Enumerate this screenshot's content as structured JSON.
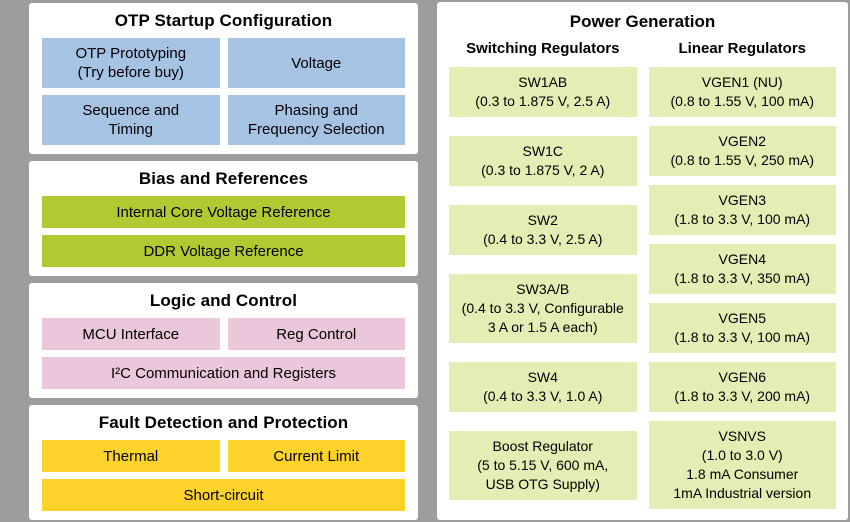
{
  "left": {
    "sections": [
      {
        "title": "OTP Startup Configuration",
        "boxes": [
          {
            "label": "OTP Prototyping\n(Try before buy)"
          },
          {
            "label": "Voltage"
          },
          {
            "label": "Sequence and\nTiming"
          },
          {
            "label": "Phasing and\nFrequency Selection"
          }
        ]
      },
      {
        "title": "Bias and References",
        "boxes": [
          {
            "label": "Internal Core Voltage Reference"
          },
          {
            "label": "DDR Voltage Reference"
          }
        ]
      },
      {
        "title": "Logic and Control",
        "boxes": [
          {
            "label": "MCU Interface"
          },
          {
            "label": "Reg Control"
          },
          {
            "label": "I²C Communication and Registers"
          }
        ]
      },
      {
        "title": "Fault Detection and Protection",
        "boxes": [
          {
            "label": "Thermal"
          },
          {
            "label": "Current Limit"
          },
          {
            "label": "Short-circuit"
          }
        ]
      }
    ]
  },
  "right": {
    "title": "Power Generation",
    "columns": [
      {
        "header": "Switching Regulators",
        "boxes": [
          {
            "name": "SW1AB",
            "detail": "(0.3 to 1.875 V, 2.5 A)"
          },
          {
            "name": "SW1C",
            "detail": "(0.3 to 1.875 V, 2 A)"
          },
          {
            "name": "SW2",
            "detail": "(0.4 to 3.3 V, 2.5 A)"
          },
          {
            "name": "SW3A/B",
            "detail": "(0.4 to 3.3 V, Configurable\n3 A or 1.5 A each)"
          },
          {
            "name": "SW4",
            "detail": "(0.4 to 3.3 V, 1.0 A)"
          },
          {
            "name": "Boost Regulator",
            "detail": "(5 to 5.15 V, 600 mA,\nUSB OTG Supply)"
          }
        ]
      },
      {
        "header": "Linear Regulators",
        "boxes": [
          {
            "name": "VGEN1 (NU)",
            "detail": "(0.8 to 1.55 V, 100 mA)"
          },
          {
            "name": "VGEN2",
            "detail": "(0.8 to 1.55 V, 250 mA)"
          },
          {
            "name": "VGEN3",
            "detail": "(1.8 to 3.3 V, 100 mA)"
          },
          {
            "name": "VGEN4",
            "detail": "(1.8 to 3.3 V, 350 mA)"
          },
          {
            "name": "VGEN5",
            "detail": "(1.8 to 3.3 V, 100 mA)"
          },
          {
            "name": "VGEN6",
            "detail": "(1.8 to 3.3 V, 200 mA)"
          },
          {
            "name": "VSNVS",
            "detail": "(1.0 to 3.0 V)\n1.8 mA Consumer\n1mA Industrial version"
          }
        ]
      }
    ]
  },
  "colors": {
    "background": "#9d9d9d",
    "panel": "#ffffff",
    "otp_blue": "#a6c3e3",
    "bias_green": "#b2c932",
    "logic_pink": "#eac7da",
    "fault_yellow": "#fcd22b",
    "regulator_green": "#e4edb3"
  }
}
